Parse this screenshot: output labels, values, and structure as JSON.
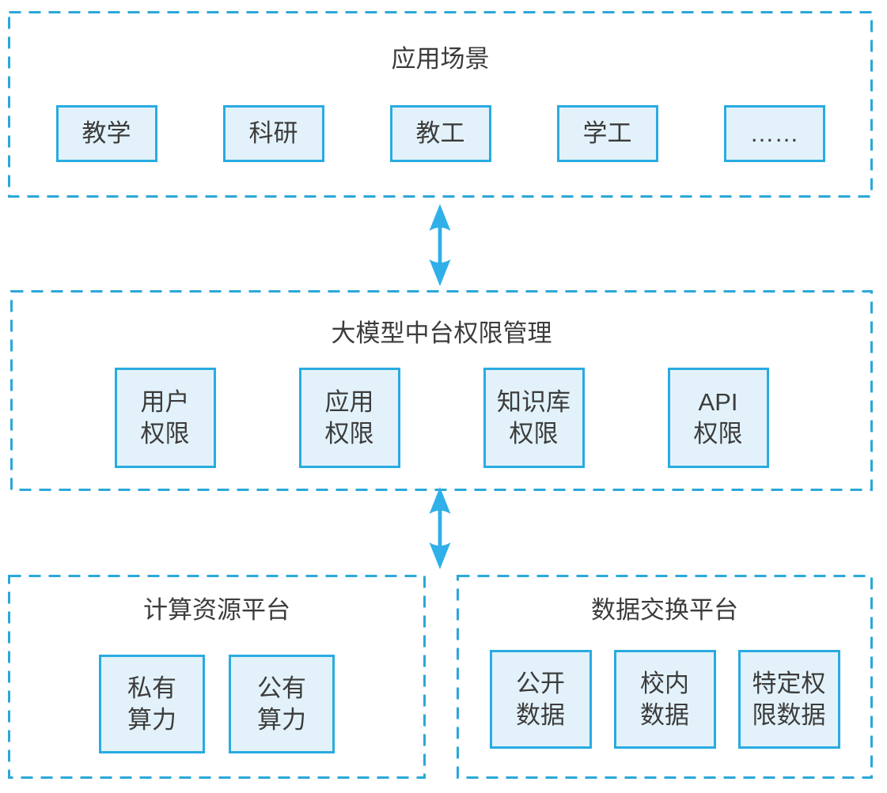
{
  "colors": {
    "dash_border": "#2AA8D8",
    "box_border": "#29ABE2",
    "box_fill": "#E3F2FA",
    "arrow": "#2FB0E8",
    "text": "#3C3C3C",
    "background": "#FFFFFF"
  },
  "diagram": {
    "sections": {
      "apps": {
        "title": "应用场景",
        "items": [
          "教学",
          "科研",
          "教工",
          "学工",
          "……"
        ]
      },
      "platform": {
        "title": "大模型中台权限管理",
        "items": [
          "用户\n权限",
          "应用\n权限",
          "知识库\n权限",
          "API\n权限"
        ]
      },
      "compute": {
        "title": "计算资源平台",
        "items": [
          "私有\n算力",
          "公有\n算力"
        ]
      },
      "data": {
        "title": "数据交换平台",
        "items": [
          "公开\n数据",
          "校内\n数据",
          "特定权\n限数据"
        ]
      }
    },
    "connectors": [
      {
        "icon": "double-arrow-icon"
      },
      {
        "icon": "double-arrow-icon"
      }
    ]
  }
}
